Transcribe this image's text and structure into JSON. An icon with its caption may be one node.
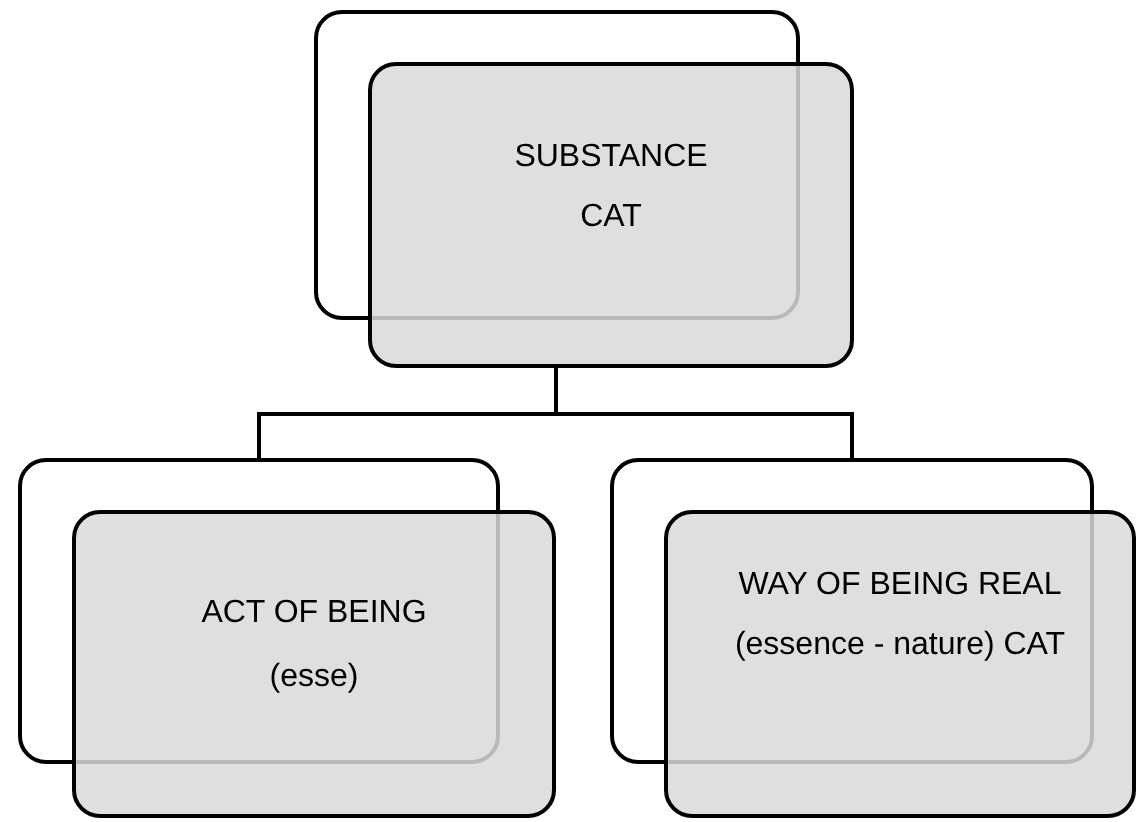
{
  "diagram": {
    "nodes": [
      {
        "text": [
          "SUBSTANCE",
          "CAT"
        ]
      },
      {
        "text": [
          "ACT OF BEING",
          "(esse)"
        ]
      },
      {
        "text": [
          "WAY OF BEING REAL",
          "(essence - nature) CAT"
        ]
      }
    ],
    "edges": [
      {
        "from": 0,
        "to": 1,
        "arrow": "none"
      },
      {
        "from": 0,
        "to": 2,
        "arrow": "none"
      }
    ]
  }
}
